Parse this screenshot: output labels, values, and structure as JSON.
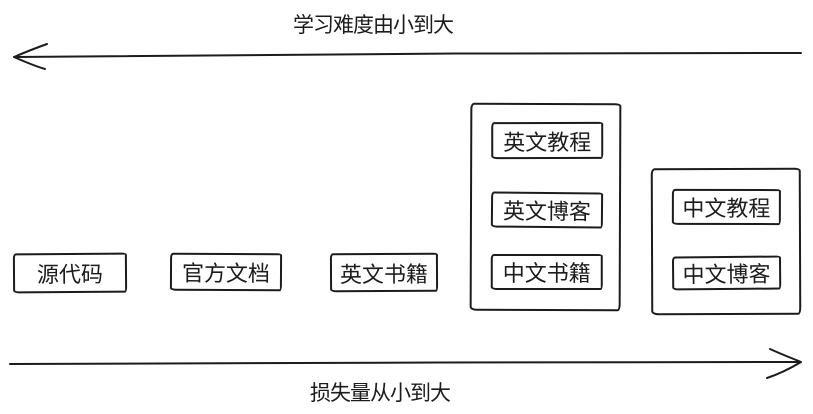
{
  "colors": {
    "ink": "#1c1c1c",
    "background": "#ffffff"
  },
  "axes": {
    "top": {
      "label": "学习难度由小到大",
      "arrow_direction": "left"
    },
    "bottom": {
      "label": "损失量从小到大",
      "arrow_direction": "right"
    }
  },
  "nodes": [
    {
      "label": "源代码"
    },
    {
      "label": "官方文档"
    },
    {
      "label": "英文书籍"
    }
  ],
  "groups": [
    {
      "items": [
        {
          "label": "英文教程"
        },
        {
          "label": "英文博客"
        },
        {
          "label": "中文书籍"
        }
      ]
    },
    {
      "items": [
        {
          "label": "中文教程"
        },
        {
          "label": "中文博客"
        }
      ]
    }
  ]
}
